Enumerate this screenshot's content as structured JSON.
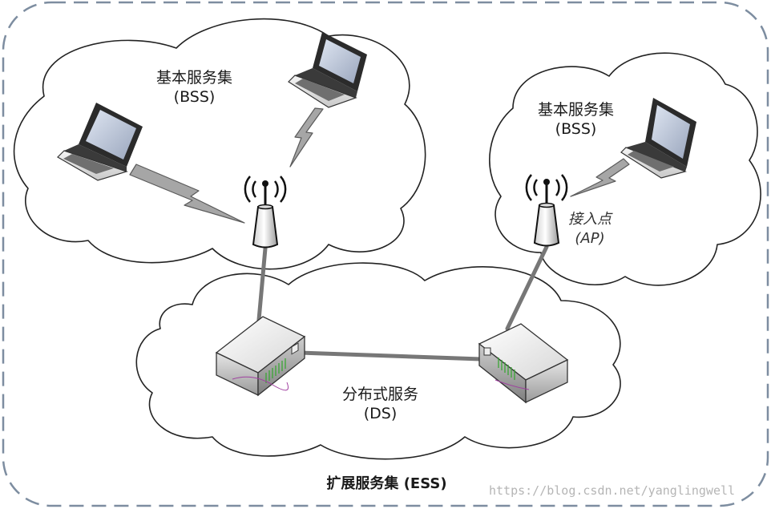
{
  "labels": {
    "bss_left": {
      "line1": "基本服务集",
      "line2": "(BSS)"
    },
    "bss_right": {
      "line1": "基本服务集",
      "line2": "(BSS)"
    },
    "ds": {
      "line1": "分布式服务",
      "line2": "(DS)"
    },
    "ap": {
      "line1": "接入点",
      "line2": "(AP)"
    },
    "ess": "扩展服务集 (ESS)"
  },
  "watermark": "https://blog.csdn.net/yanglingwell",
  "colors": {
    "boundary": "#7d8da0",
    "cloud_stroke": "#222222",
    "link": "#777777",
    "signal": "#9a9a9a"
  }
}
